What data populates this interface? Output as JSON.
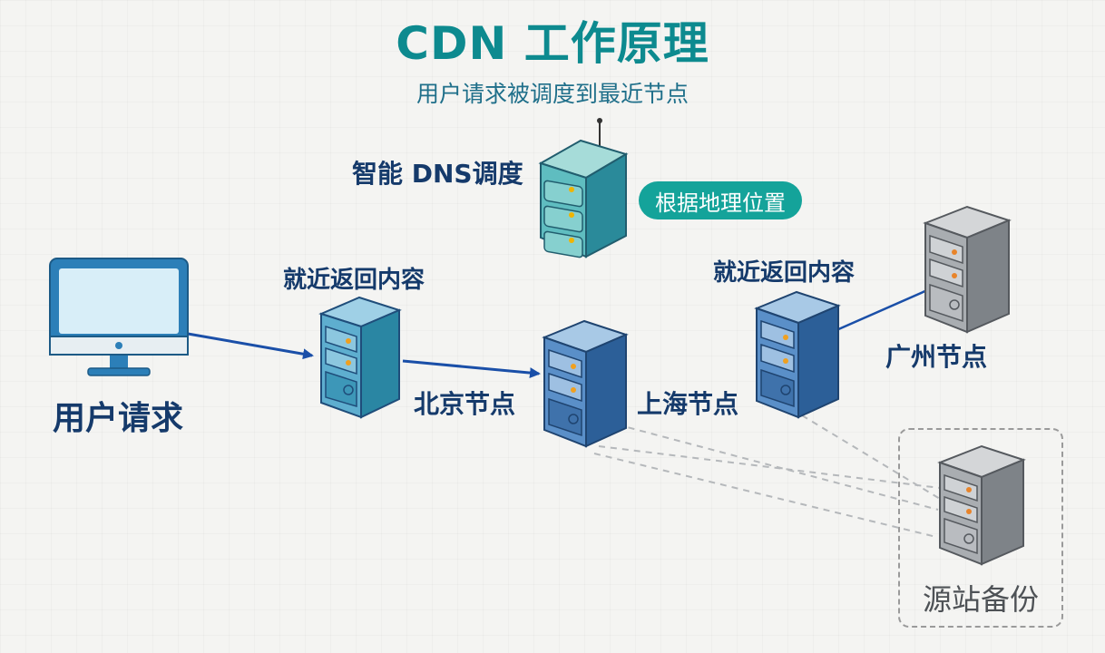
{
  "header": {
    "title": "CDN 工作原理",
    "subtitle": "用户请求被调度到最近节点"
  },
  "dns": {
    "label": "智能 DNS调度",
    "badge": "根据地理位置"
  },
  "user": {
    "label": "用户请求"
  },
  "nodes": {
    "beijing": {
      "label": "北京节点",
      "caption": "就近返回内容"
    },
    "shanghai": {
      "label": "上海节点"
    },
    "near": {
      "caption": "就近返回内容"
    },
    "guangzhou": {
      "label": "广州节点"
    }
  },
  "origin": {
    "label": "源站备份"
  },
  "colors": {
    "title": "#0d8a8f",
    "teal_accent": "#14a39a",
    "arrow_blue": "#1a4fa8",
    "label_navy": "#153a6b",
    "server_blue": "#2f7fb6",
    "server_gray": "#8f9398"
  }
}
